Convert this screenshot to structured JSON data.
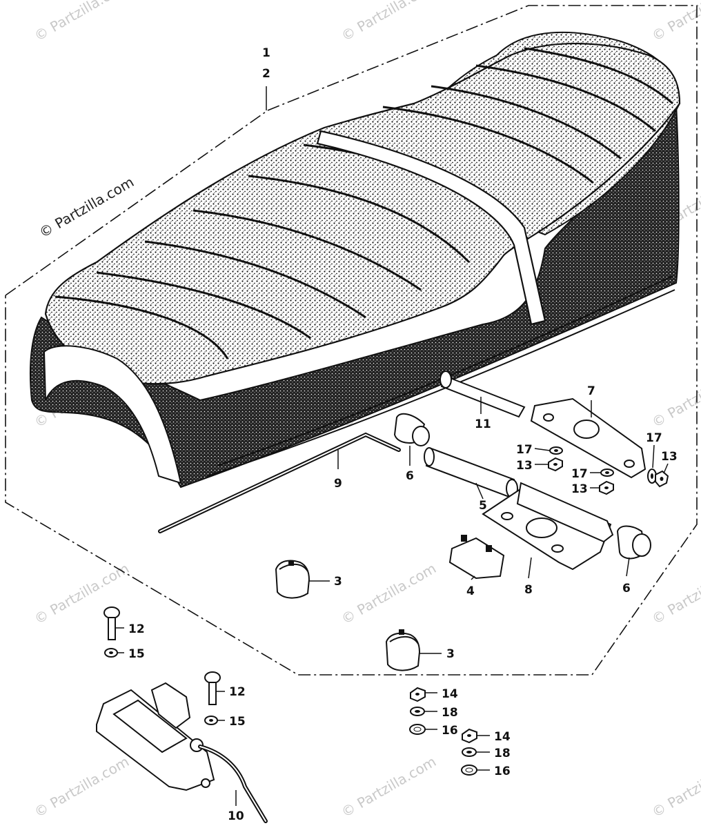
{
  "watermark": "© Partzilla.com",
  "callouts": {
    "c1": "1",
    "c2": "2",
    "c3a": "3",
    "c3b": "3",
    "c4": "4",
    "c5": "5",
    "c6a": "6",
    "c6b": "6",
    "c7": "7",
    "c8": "8",
    "c9": "9",
    "c10": "10",
    "c11": "11",
    "c12a": "12",
    "c12b": "12",
    "c13a": "13",
    "c13b": "13",
    "c13c": "13",
    "c14a": "14",
    "c14b": "14",
    "c15a": "15",
    "c15b": "15",
    "c16a": "16",
    "c16b": "16",
    "c17a": "17",
    "c17b": "17",
    "c17c": "17",
    "c18a": "18",
    "c18b": "18"
  }
}
